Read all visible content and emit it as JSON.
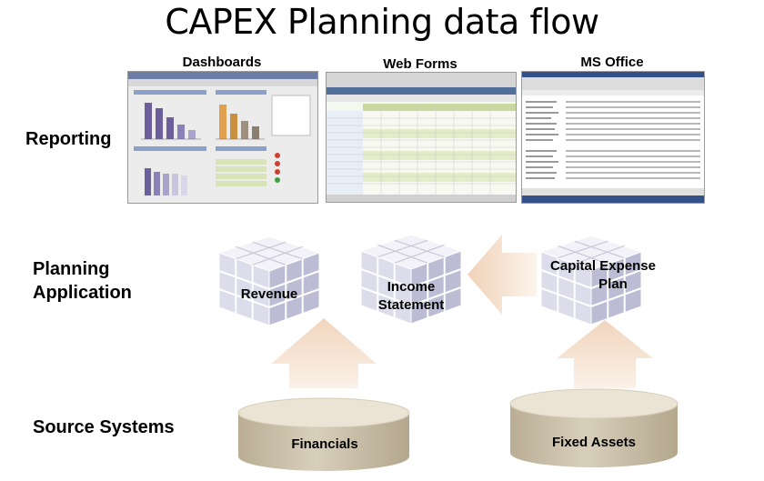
{
  "title": "CAPEX Planning data flow",
  "rows": {
    "reporting": "Reporting",
    "planning_line1": "Planning",
    "planning_line2": "Application",
    "source": "Source Systems"
  },
  "screenshots": {
    "dashboards": "Dashboards",
    "web_forms": "Web Forms",
    "ms_office": "MS Office"
  },
  "cubes": {
    "revenue": "Revenue",
    "income_line1": "Income",
    "income_line2": "Statement",
    "capex_line1": "Capital Expense",
    "capex_line2": "Plan"
  },
  "databases": {
    "financials": "Financials",
    "fixed_assets": "Fixed Assets"
  },
  "colors": {
    "cube_light": "#f4f4fa",
    "cube_mid": "#d8d8e8",
    "cube_dark": "#b4b4cc",
    "arrow": "#f3d9c4",
    "db_top": "#e9e2d3",
    "db_side": "#c9bea6"
  }
}
